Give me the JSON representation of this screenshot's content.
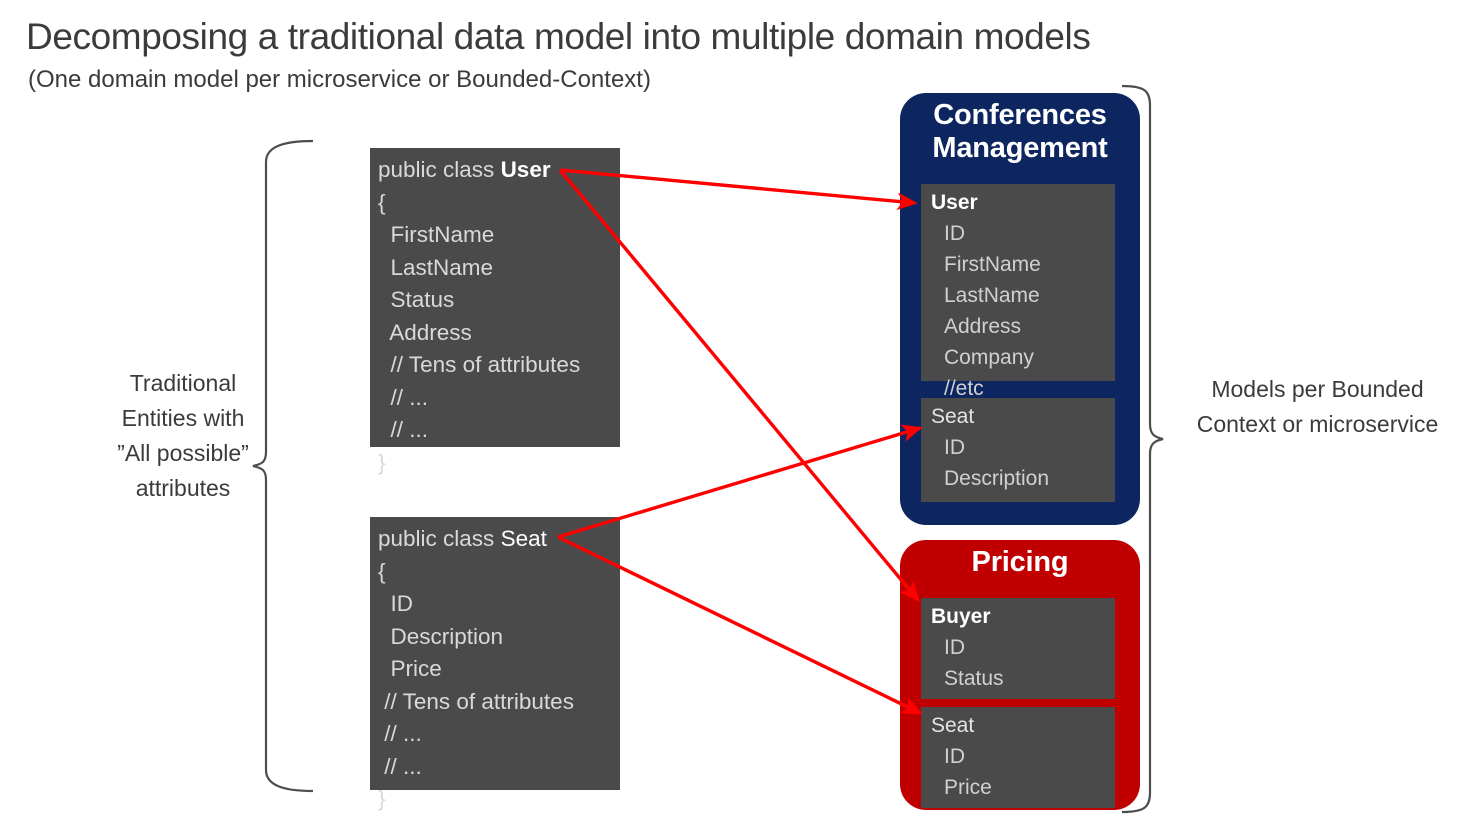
{
  "header": {
    "title": "Decomposing a traditional data model into multiple domain models",
    "subtitle": "(One domain model per microservice or Bounded-Context)"
  },
  "colors": {
    "conferences_panel": "#0d2660",
    "pricing_panel": "#c00000",
    "code_block": "#4a4a4a",
    "arrow": "#ff0000",
    "text": "#3b3b3b"
  },
  "code_blocks": [
    {
      "id": "user",
      "signature_prefix": "public class ",
      "class_name": "User",
      "class_name_bold": true,
      "lines": [
        "{",
        "  FirstName",
        "  LastName",
        "  Status",
        "  Address",
        "  // Tens of attributes",
        "  // ...",
        "  // ...",
        "}"
      ]
    },
    {
      "id": "seat",
      "signature_prefix": "public class ",
      "class_name": "Seat",
      "class_name_bold": false,
      "lines": [
        "{",
        "  ID",
        "  Description",
        "  Price",
        " // Tens of attributes",
        " // ...",
        " // ...",
        "}"
      ]
    }
  ],
  "contexts": [
    {
      "id": "conferences",
      "title": "Conferences Management",
      "title_line1": "Conferences",
      "title_line2": "Management",
      "entities": [
        {
          "name": "User",
          "bold": true,
          "attributes": [
            "ID",
            "FirstName",
            "LastName",
            "Address",
            "Company",
            "//etc"
          ]
        },
        {
          "name": "Seat",
          "bold": false,
          "attributes": [
            "ID",
            "Description"
          ]
        }
      ]
    },
    {
      "id": "pricing",
      "title": "Pricing",
      "title_line1": "Pricing",
      "entities": [
        {
          "name": "Buyer",
          "bold": true,
          "attributes": [
            "ID",
            "Status"
          ]
        },
        {
          "name": "Seat",
          "bold": false,
          "attributes": [
            "ID",
            "Price"
          ]
        }
      ]
    }
  ],
  "annotations": {
    "left": "Traditional Entities with ”All possible” attributes",
    "right": "Models per Bounded Context or microservice"
  }
}
